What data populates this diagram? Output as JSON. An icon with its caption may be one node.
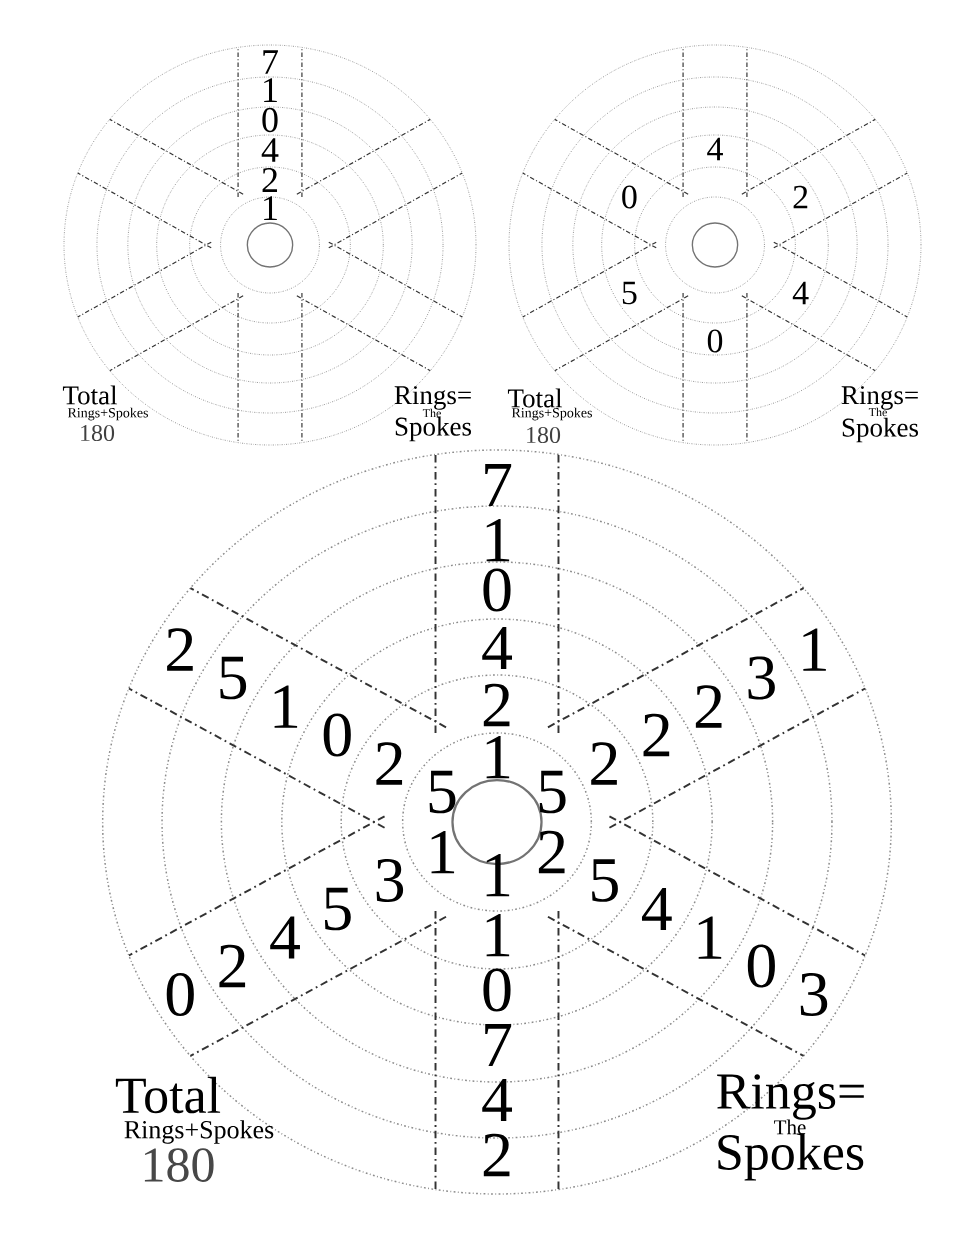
{
  "diagram": {
    "labels": [
      "7",
      "1",
      "0",
      "4",
      "2",
      "1",
      "Total",
      "Rings+Spokes",
      "180",
      "Rings=",
      "The",
      "Spokes",
      "4",
      "0",
      "2",
      "5",
      "4",
      "0",
      "Total",
      "Rings+Spokes",
      "180",
      "Rings=",
      "The",
      "Spokes",
      "7",
      "1",
      "0",
      "4",
      "2",
      "1",
      "2",
      "5",
      "1",
      "0",
      "2",
      "5",
      "5",
      "2",
      "2",
      "2",
      "3",
      "1",
      "0",
      "2",
      "4",
      "5",
      "3",
      "1",
      "2",
      "5",
      "4",
      "1",
      "0",
      "3",
      "1",
      "1",
      "0",
      "7",
      "4",
      "2",
      "Total",
      "Rings+Spokes",
      "180",
      "Rings=",
      "The",
      "Spokes"
    ]
  }
}
